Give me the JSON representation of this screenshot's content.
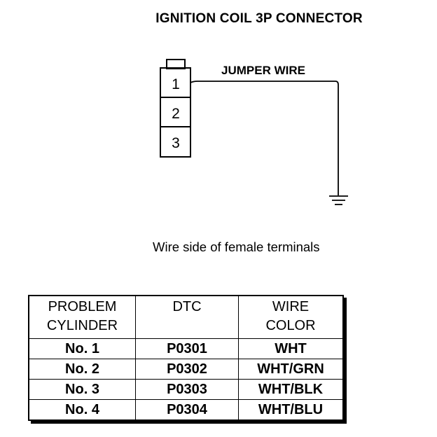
{
  "title": "IGNITION COIL 3P CONNECTOR",
  "connector": {
    "pins": [
      "1",
      "2",
      "3"
    ],
    "wire_label": "JUMPER WIRE"
  },
  "caption": "Wire side of female terminals",
  "table": {
    "headers": [
      {
        "line1": "PROBLEM",
        "line2": "CYLINDER"
      },
      {
        "line1": "DTC",
        "line2": ""
      },
      {
        "line1": "WIRE",
        "line2": "COLOR"
      }
    ],
    "rows": [
      {
        "cylinder": "No. 1",
        "dtc": "P0301",
        "color": "WHT"
      },
      {
        "cylinder": "No. 2",
        "dtc": "P0302",
        "color": "WHT/GRN"
      },
      {
        "cylinder": "No. 3",
        "dtc": "P0303",
        "color": "WHT/BLK"
      },
      {
        "cylinder": "No. 4",
        "dtc": "P0304",
        "color": "WHT/BLU"
      }
    ]
  }
}
